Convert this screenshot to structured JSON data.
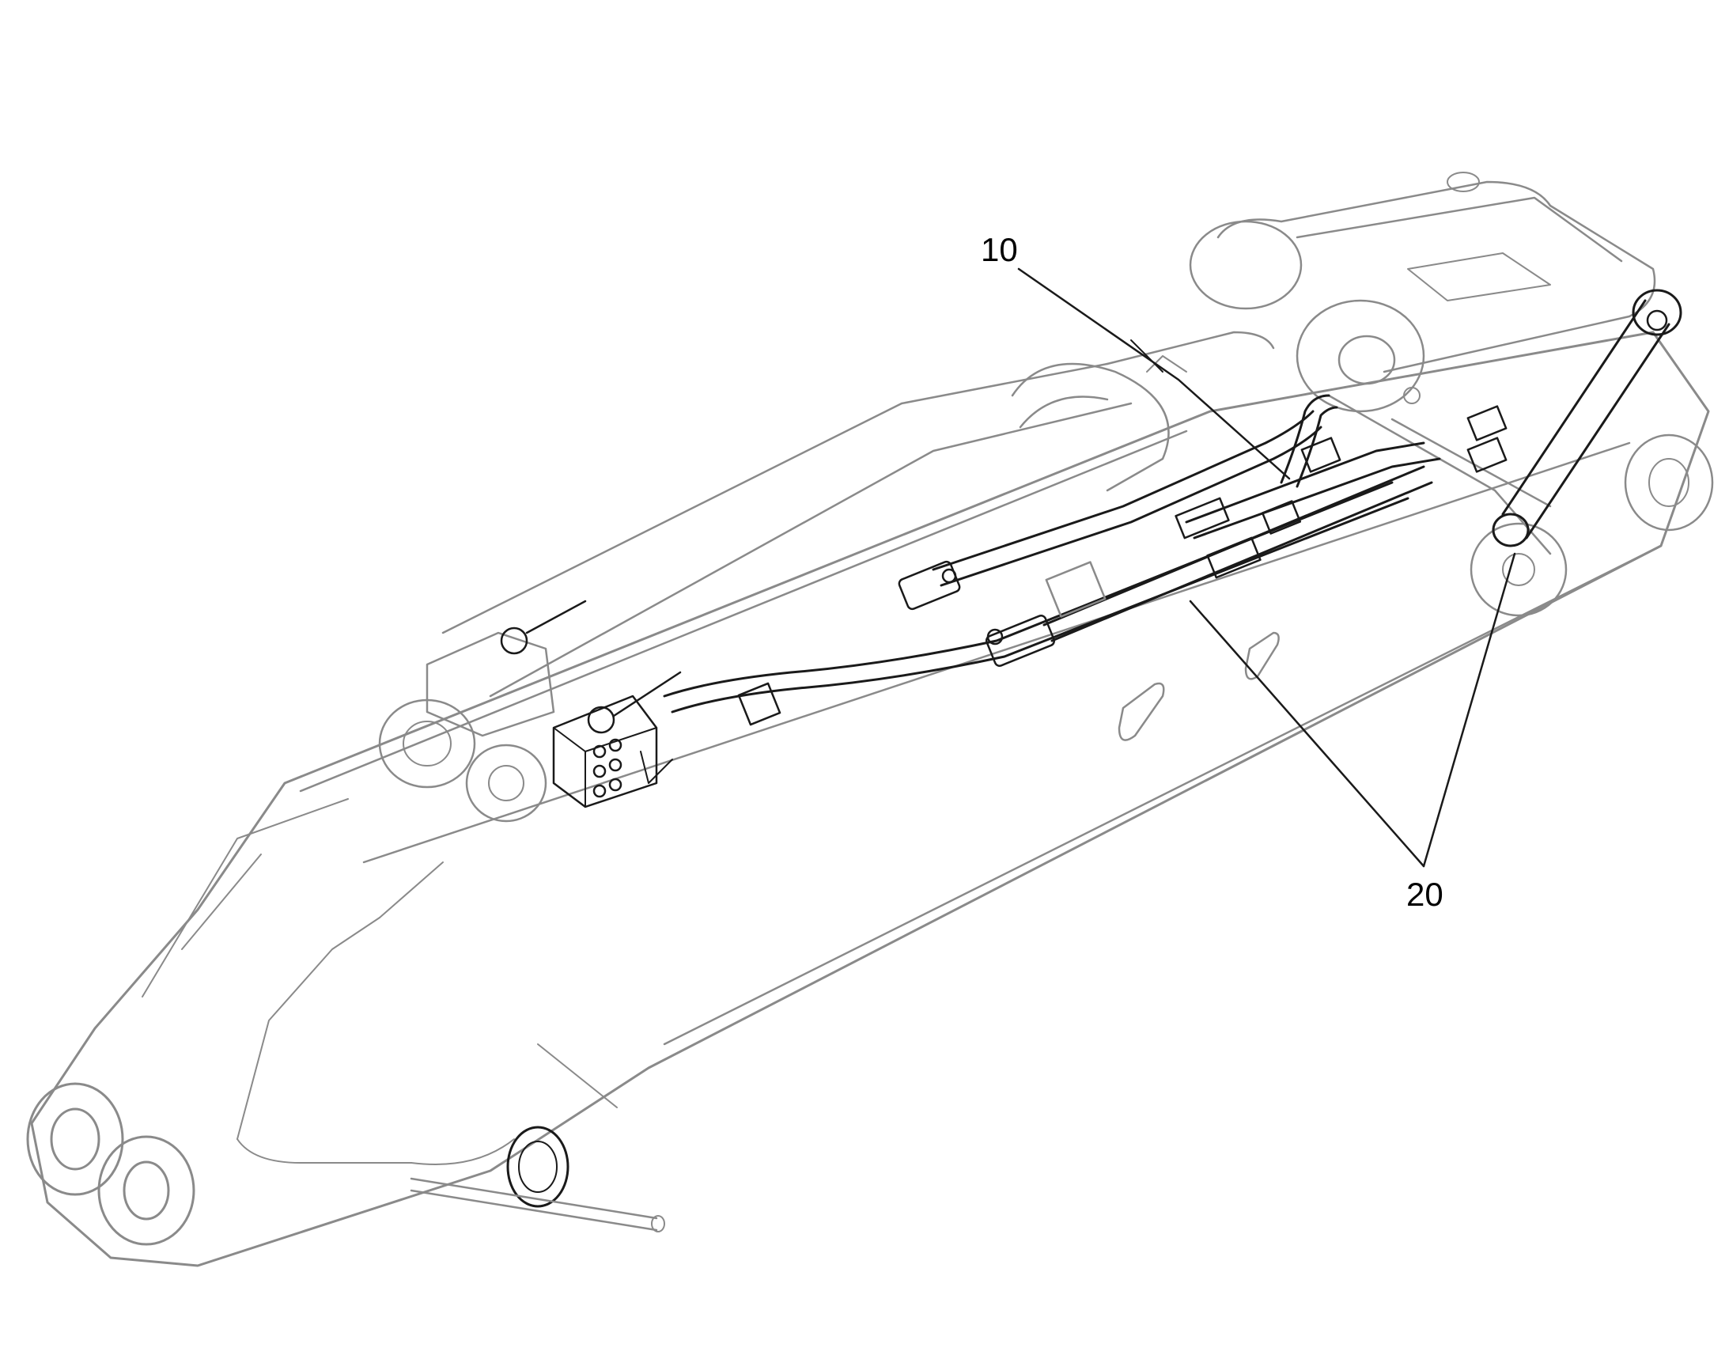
{
  "figure": {
    "callouts": [
      {
        "id": "callout-10",
        "label": "10"
      },
      {
        "id": "callout-20",
        "label": "20"
      }
    ],
    "colors": {
      "line": "#1a1a1a",
      "faint": "#8a8a8a",
      "background": "#ffffff"
    }
  }
}
